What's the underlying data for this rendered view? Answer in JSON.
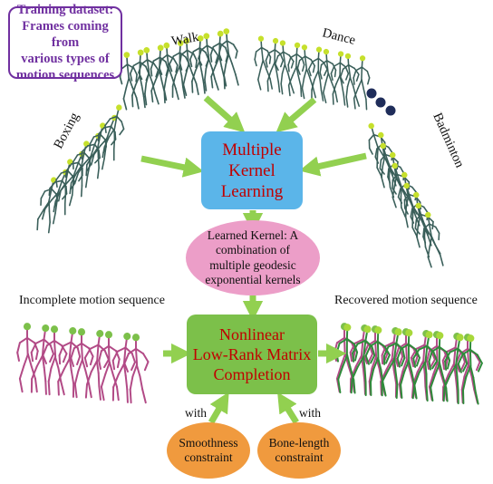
{
  "training_box": {
    "line1": "Training dataset:",
    "line2": "Frames coming from",
    "line3": "various types of",
    "line4": "motion sequences"
  },
  "motion_labels": {
    "walk": "Walk",
    "dance": "Dance",
    "boxing": "Boxing",
    "badminton": "Badminton"
  },
  "mkl_box": {
    "line1": "Multiple",
    "line2": "Kernel",
    "line3": "Learning"
  },
  "learned_kernel": {
    "line1": "Learned Kernel: A",
    "line2": "combination of",
    "line3": "multiple geodesic",
    "line4": "exponential kernels"
  },
  "completion_box": {
    "line1": "Nonlinear",
    "line2": "Low-Rank Matrix",
    "line3": "Completion"
  },
  "incomplete_label": "Incomplete motion sequence",
  "recovered_label": "Recovered motion sequence",
  "smoothness": {
    "line1": "Smoothness",
    "line2": "constraint",
    "with": "with"
  },
  "bone_length": {
    "line1": "Bone-length",
    "line2": "constraint",
    "with": "with"
  },
  "colors": {
    "arrow": "#92d050",
    "mkl_fill": "#5bb5e9",
    "kernel_fill": "#ec9ec8",
    "completion_fill": "#7cc04a",
    "constraint_fill": "#f09a3e",
    "box_text": "#c00000",
    "training_border": "#7030a0",
    "dots": "#1f2d5a"
  },
  "icons": [
    "skeleton-figure-icon",
    "ellipsis-dots-icon",
    "arrow-icon"
  ]
}
